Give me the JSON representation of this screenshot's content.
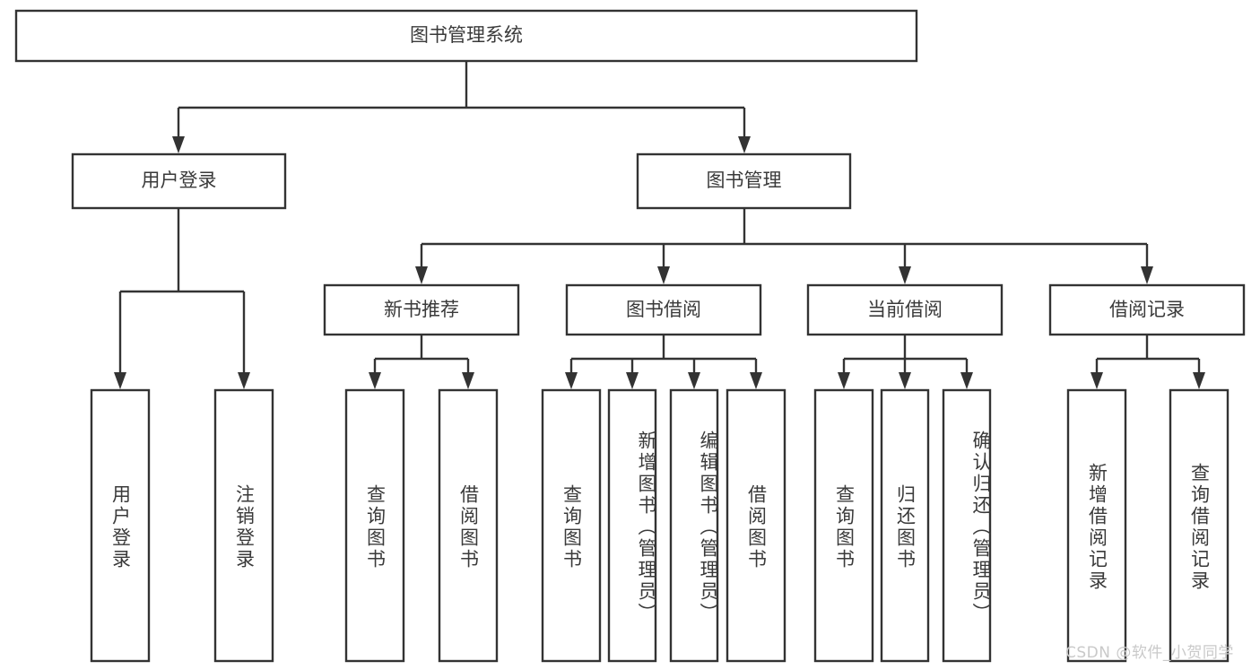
{
  "diagram": {
    "type": "tree-hierarchy-chart",
    "title": "图书管理系统",
    "colors": {
      "background": "#ffffff",
      "box_stroke": "#333333",
      "box_fill": "#ffffff",
      "text": "#3a3a3a",
      "watermark": "#c9c9c9"
    },
    "root": {
      "id": "root",
      "label": "图书管理系统"
    },
    "level2": [
      {
        "id": "user-login",
        "label": "用户登录"
      },
      {
        "id": "book-management",
        "label": "图书管理"
      }
    ],
    "level3": [
      {
        "id": "new-book-recommend",
        "label": "新书推荐"
      },
      {
        "id": "book-borrow",
        "label": "图书借阅"
      },
      {
        "id": "current-borrow",
        "label": "当前借阅"
      },
      {
        "id": "borrow-record",
        "label": "借阅记录"
      }
    ],
    "leaves": [
      {
        "id": "leaf-user-login",
        "label": "用户登录",
        "parent": "user-login"
      },
      {
        "id": "leaf-logout-login",
        "label": "注销登录",
        "parent": "user-login"
      },
      {
        "id": "leaf-query-book-1",
        "label": "查询图书",
        "parent": "new-book-recommend"
      },
      {
        "id": "leaf-borrow-book-1",
        "label": "借阅图书",
        "parent": "new-book-recommend"
      },
      {
        "id": "leaf-query-book-2",
        "label": "查询图书",
        "parent": "book-borrow"
      },
      {
        "id": "leaf-add-book",
        "label": "新增图书（管理员）",
        "parent": "book-borrow"
      },
      {
        "id": "leaf-edit-book",
        "label": "编辑图书（管理员）",
        "parent": "book-borrow"
      },
      {
        "id": "leaf-borrow-book-2",
        "label": "借阅图书",
        "parent": "book-borrow"
      },
      {
        "id": "leaf-query-book-3",
        "label": "查询图书",
        "parent": "current-borrow"
      },
      {
        "id": "leaf-return-book",
        "label": "归还图书",
        "parent": "current-borrow"
      },
      {
        "id": "leaf-confirm-return",
        "label": "确认归还（管理员）",
        "parent": "current-borrow"
      },
      {
        "id": "leaf-add-borrow-record",
        "label": "新增借阅记录",
        "parent": "borrow-record"
      },
      {
        "id": "leaf-query-borrow-record",
        "label": "查询借阅记录",
        "parent": "borrow-record"
      }
    ],
    "watermark": "CSDN @软件_小贺同学"
  }
}
